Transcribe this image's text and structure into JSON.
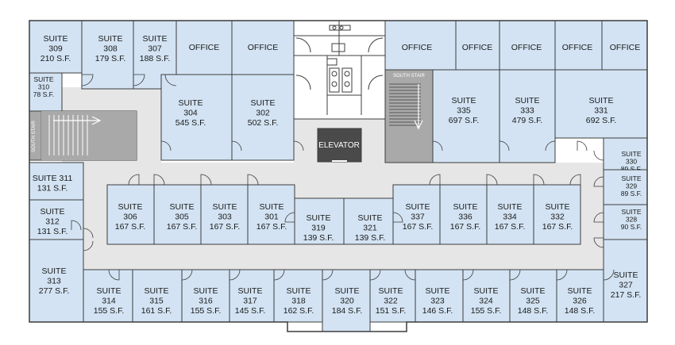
{
  "colors": {
    "room_fill": "#d3e3f3",
    "corridor_fill": "#e6e6e6",
    "wall": "#3c3c3c",
    "stair_fill": "#a9a9a9",
    "elevator_fill": "#4a4a4a",
    "background": "#ffffff"
  },
  "rooms": {
    "r309": {
      "name": "SUITE",
      "number": "309",
      "area": "210 S.F."
    },
    "r308": {
      "name": "SUITE",
      "number": "308",
      "area": "179 S.F."
    },
    "r307": {
      "name": "SUITE",
      "number": "307",
      "area": "188 S.F."
    },
    "office_nw1": {
      "name": "OFFICE"
    },
    "office_nw2": {
      "name": "OFFICE"
    },
    "r310": {
      "name": "SUITE",
      "number": "310",
      "area": "78 S.F."
    },
    "r304": {
      "name": "SUITE",
      "number": "304",
      "area": "545 S.F."
    },
    "r302": {
      "name": "SUITE",
      "number": "302",
      "area": "502 S.F."
    },
    "office_ne1": {
      "name": "OFFICE"
    },
    "office_ne2": {
      "name": "OFFICE"
    },
    "office_ne3": {
      "name": "OFFICE"
    },
    "office_ne4": {
      "name": "OFFICE"
    },
    "office_ne5": {
      "name": "OFFICE"
    },
    "r335": {
      "name": "SUITE",
      "number": "335",
      "area": "697 S.F."
    },
    "r333": {
      "name": "SUITE",
      "number": "333",
      "area": "479 S.F."
    },
    "r331": {
      "name": "SUITE",
      "number": "331",
      "area": "692 S.F."
    },
    "r330": {
      "name": "SUITE",
      "number": "330",
      "area": "89 S.F."
    },
    "r329": {
      "name": "SUITE",
      "number": "329",
      "area": "89 S.F."
    },
    "r328": {
      "name": "SUITE",
      "number": "328",
      "area": "90 S.F."
    },
    "r311": {
      "name": "SUITE 311",
      "area": "131 S.F."
    },
    "r312": {
      "name": "SUITE",
      "number": "312",
      "area": "131 S.F."
    },
    "r313": {
      "name": "SUITE",
      "number": "313",
      "area": "277 S.F."
    },
    "r306": {
      "name": "SUITE",
      "number": "306",
      "area": "167 S.F."
    },
    "r305": {
      "name": "SUITE",
      "number": "305",
      "area": "167 S.F."
    },
    "r303": {
      "name": "SUITE",
      "number": "303",
      "area": "167 S.F."
    },
    "r301": {
      "name": "SUITE",
      "number": "301",
      "area": "167 S.F."
    },
    "r319": {
      "name": "SUITE",
      "number": "319",
      "area": "139 S.F."
    },
    "r321": {
      "name": "SUITE",
      "number": "321",
      "area": "139 S.F."
    },
    "r337": {
      "name": "SUITE",
      "number": "337",
      "area": "167 S.F."
    },
    "r336": {
      "name": "SUITE",
      "number": "336",
      "area": "167 S.F."
    },
    "r334": {
      "name": "SUITE",
      "number": "334",
      "area": "167 S.F."
    },
    "r332": {
      "name": "SUITE",
      "number": "332",
      "area": "167 S.F."
    },
    "r314": {
      "name": "SUITE",
      "number": "314",
      "area": "155 S.F."
    },
    "r315": {
      "name": "SUITE",
      "number": "315",
      "area": "161 S.F."
    },
    "r316": {
      "name": "SUITE",
      "number": "316",
      "area": "155 S.F."
    },
    "r317": {
      "name": "SUITE",
      "number": "317",
      "area": "145 S.F."
    },
    "r318": {
      "name": "SUITE",
      "number": "318",
      "area": "162 S.F."
    },
    "r320": {
      "name": "SUITE",
      "number": "320",
      "area": "184 S.F."
    },
    "r322": {
      "name": "SUITE",
      "number": "322",
      "area": "151 S.F."
    },
    "r323": {
      "name": "SUITE",
      "number": "323",
      "area": "146 S.F."
    },
    "r324": {
      "name": "SUITE",
      "number": "324",
      "area": "155 S.F."
    },
    "r325": {
      "name": "SUITE",
      "number": "325",
      "area": "148 S.F."
    },
    "r326": {
      "name": "SUITE",
      "number": "326",
      "area": "148 S.F."
    },
    "r327": {
      "name": "SUITE",
      "number": "327",
      "area": "217 S.F."
    }
  },
  "elevator": {
    "label": "ELEVATOR"
  },
  "stairs": {
    "west": {
      "label": "SOUTH STAIR"
    },
    "north": {
      "label": "SOUTH STAIR"
    }
  }
}
